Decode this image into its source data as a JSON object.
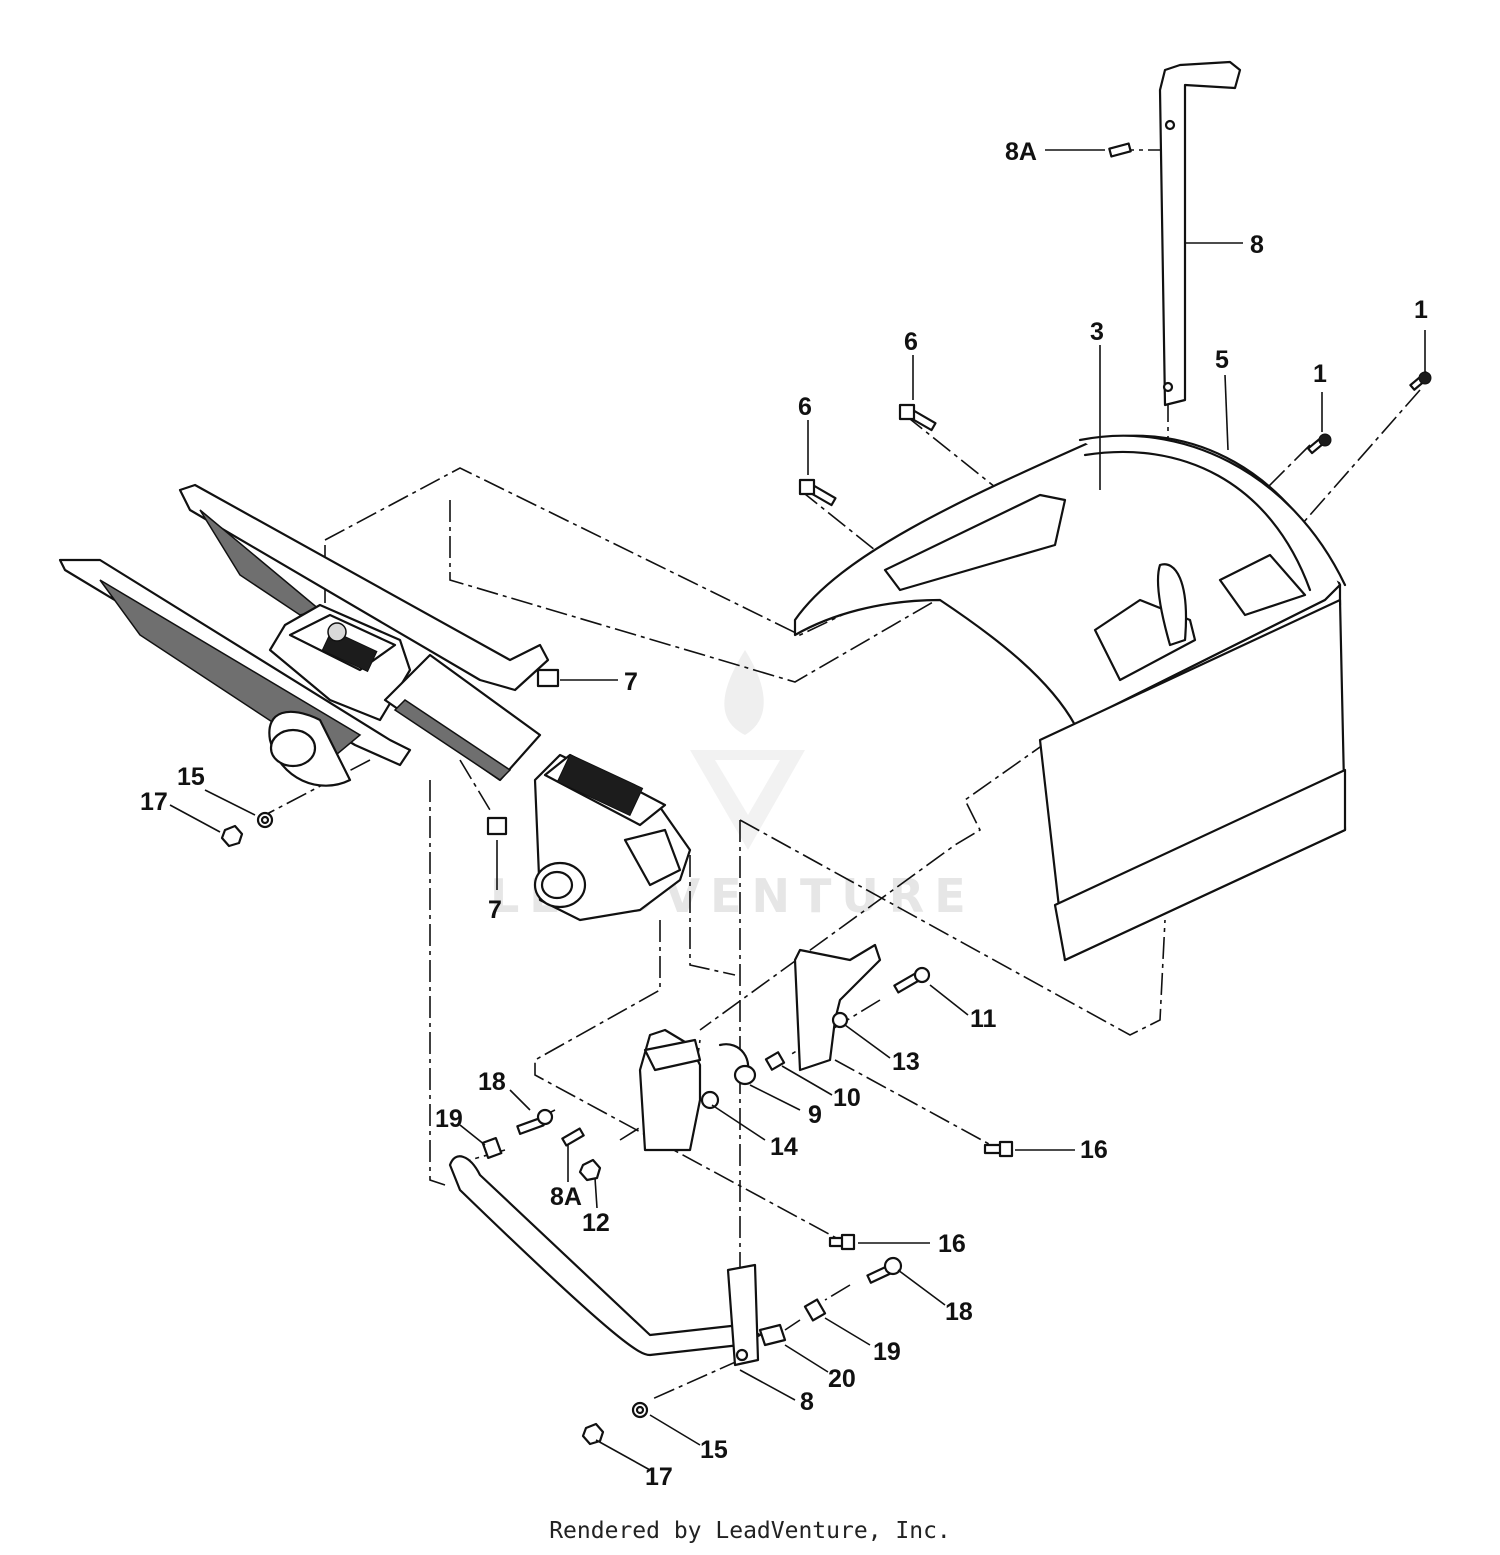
{
  "callouts": [
    {
      "id": "c1",
      "label": "1"
    },
    {
      "id": "c1b",
      "label": "1"
    },
    {
      "id": "c3",
      "label": "3"
    },
    {
      "id": "c5",
      "label": "5"
    },
    {
      "id": "c6a",
      "label": "6"
    },
    {
      "id": "c6b",
      "label": "6"
    },
    {
      "id": "c7a",
      "label": "7"
    },
    {
      "id": "c7b",
      "label": "7"
    },
    {
      "id": "c8top",
      "label": "8"
    },
    {
      "id": "c8A_top",
      "label": "8A"
    },
    {
      "id": "c8A_bot",
      "label": "8A"
    },
    {
      "id": "c8bot",
      "label": "8"
    },
    {
      "id": "c9",
      "label": "9"
    },
    {
      "id": "c10",
      "label": "10"
    },
    {
      "id": "c11",
      "label": "11"
    },
    {
      "id": "c12",
      "label": "12"
    },
    {
      "id": "c13",
      "label": "13"
    },
    {
      "id": "c14",
      "label": "14"
    },
    {
      "id": "c15a",
      "label": "15"
    },
    {
      "id": "c15b",
      "label": "15"
    },
    {
      "id": "c16a",
      "label": "16"
    },
    {
      "id": "c16b",
      "label": "16"
    },
    {
      "id": "c17a",
      "label": "17"
    },
    {
      "id": "c17b",
      "label": "17"
    },
    {
      "id": "c18a",
      "label": "18"
    },
    {
      "id": "c18b",
      "label": "18"
    },
    {
      "id": "c19a",
      "label": "19"
    },
    {
      "id": "c19b",
      "label": "19"
    },
    {
      "id": "c20",
      "label": "20"
    }
  ],
  "watermark": "LEADVENTURE",
  "footer": "Rendered by LeadVenture, Inc."
}
